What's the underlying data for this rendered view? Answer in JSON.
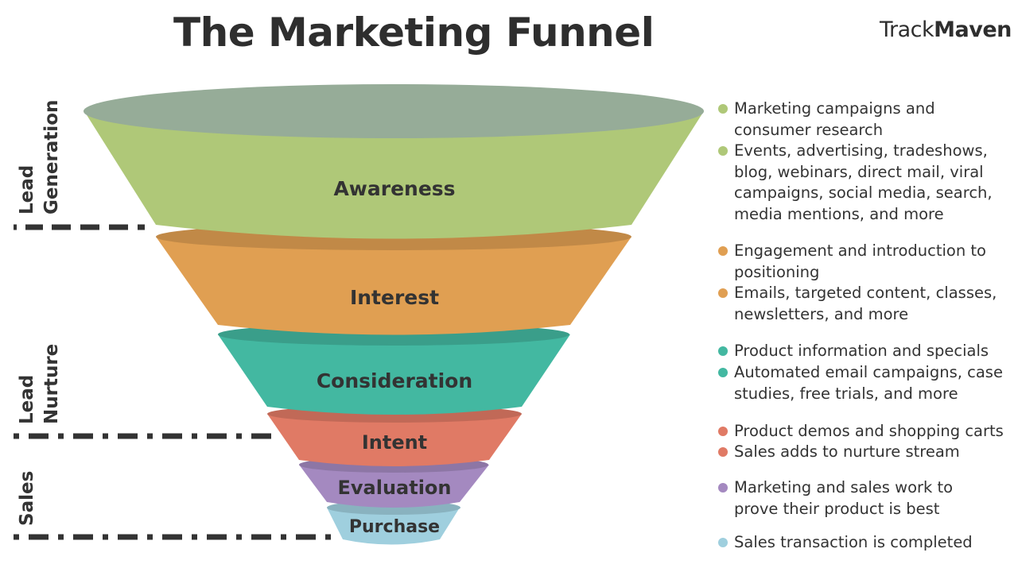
{
  "header": {
    "title": "The Marketing Funnel",
    "brand_light": "Track",
    "brand_bold": "Maven"
  },
  "colors": {
    "awareness": "#afc878",
    "interest": "#e09f52",
    "consideration": "#43b8a1",
    "intent": "#e07a65",
    "evaluation": "#a489c0",
    "purchase": "#9fcfde",
    "funnel_top": "#96ac98",
    "divider": "#333333"
  },
  "stages": [
    {
      "id": "awareness",
      "label": "Awareness"
    },
    {
      "id": "interest",
      "label": "Interest"
    },
    {
      "id": "consideration",
      "label": "Consideration"
    },
    {
      "id": "intent",
      "label": "Intent"
    },
    {
      "id": "evaluation",
      "label": "Evaluation"
    },
    {
      "id": "purchase",
      "label": "Purchase"
    }
  ],
  "side_labels": {
    "lead_generation": [
      "Lead",
      "Generation"
    ],
    "lead_nurture": [
      "Lead",
      "Nurture"
    ],
    "sales": "Sales"
  },
  "bullets": [
    {
      "stage": "awareness",
      "lines": [
        "Marketing campaigns and",
        "consumer research"
      ]
    },
    {
      "stage": "awareness",
      "lines": [
        "Events, advertising, tradeshows,",
        "blog, webinars, direct mail, viral",
        "campaigns, social media, search,",
        "media mentions, and more"
      ]
    },
    {
      "stage": "interest",
      "lines": [
        "Engagement and introduction to",
        "positioning"
      ]
    },
    {
      "stage": "interest",
      "lines": [
        "Emails, targeted content, classes,",
        "newsletters, and more"
      ]
    },
    {
      "stage": "consideration",
      "lines": [
        "Product information and specials"
      ]
    },
    {
      "stage": "consideration",
      "lines": [
        "Automated email campaigns, case",
        "studies, free trials, and more"
      ]
    },
    {
      "stage": "intent",
      "lines": [
        "Product demos and shopping carts"
      ]
    },
    {
      "stage": "intent",
      "lines": [
        "Sales adds to nurture stream"
      ]
    },
    {
      "stage": "evaluation",
      "lines": [
        "Marketing and sales work to",
        "prove their product is best"
      ]
    },
    {
      "stage": "purchase",
      "lines": [
        "Sales transaction is completed"
      ]
    }
  ]
}
